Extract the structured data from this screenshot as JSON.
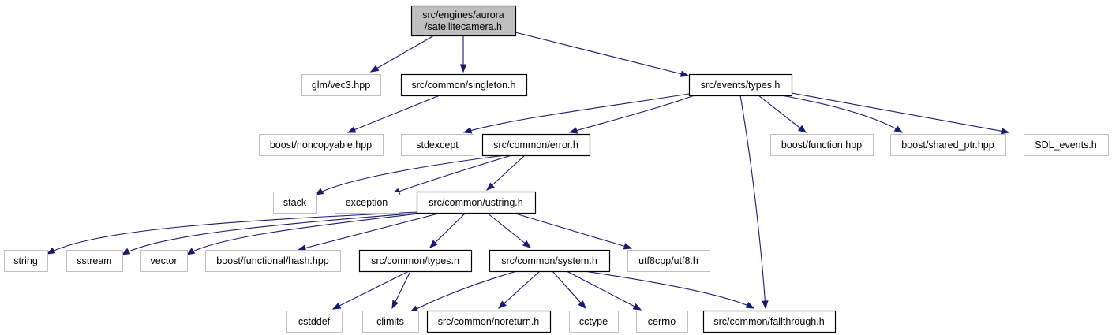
{
  "diagram": {
    "kind": "include-dependency-graph",
    "colors": {
      "edge": "#191970",
      "root_fill": "#bfbfbf",
      "internal_border": "#000000",
      "external_border": "#bfbfbf",
      "node_fill": "#ffffff"
    },
    "nodes": [
      {
        "id": "root",
        "lines": [
          "src/engines/aurora",
          "/satellitecamera.h"
        ],
        "kind": "root"
      },
      {
        "id": "vec3",
        "lines": [
          "glm/vec3.hpp"
        ],
        "kind": "external"
      },
      {
        "id": "singleton",
        "lines": [
          "src/common/singleton.h"
        ],
        "kind": "internal"
      },
      {
        "id": "events_types",
        "lines": [
          "src/events/types.h"
        ],
        "kind": "internal"
      },
      {
        "id": "noncopyable",
        "lines": [
          "boost/noncopyable.hpp"
        ],
        "kind": "external"
      },
      {
        "id": "stdexcept",
        "lines": [
          "stdexcept"
        ],
        "kind": "external"
      },
      {
        "id": "error",
        "lines": [
          "src/common/error.h"
        ],
        "kind": "internal"
      },
      {
        "id": "function",
        "lines": [
          "boost/function.hpp"
        ],
        "kind": "external"
      },
      {
        "id": "shared_ptr",
        "lines": [
          "boost/shared_ptr.hpp"
        ],
        "kind": "external"
      },
      {
        "id": "sdl_events",
        "lines": [
          "SDL_events.h"
        ],
        "kind": "external"
      },
      {
        "id": "stack",
        "lines": [
          "stack"
        ],
        "kind": "external"
      },
      {
        "id": "exception",
        "lines": [
          "exception"
        ],
        "kind": "external"
      },
      {
        "id": "ustring",
        "lines": [
          "src/common/ustring.h"
        ],
        "kind": "internal"
      },
      {
        "id": "string",
        "lines": [
          "string"
        ],
        "kind": "external"
      },
      {
        "id": "sstream",
        "lines": [
          "sstream"
        ],
        "kind": "external"
      },
      {
        "id": "vector",
        "lines": [
          "vector"
        ],
        "kind": "external"
      },
      {
        "id": "hash",
        "lines": [
          "boost/functional/hash.hpp"
        ],
        "kind": "external"
      },
      {
        "id": "common_types",
        "lines": [
          "src/common/types.h"
        ],
        "kind": "internal"
      },
      {
        "id": "system",
        "lines": [
          "src/common/system.h"
        ],
        "kind": "internal"
      },
      {
        "id": "utf8",
        "lines": [
          "utf8cpp/utf8.h"
        ],
        "kind": "external"
      },
      {
        "id": "cstddef",
        "lines": [
          "cstddef"
        ],
        "kind": "external"
      },
      {
        "id": "climits",
        "lines": [
          "climits"
        ],
        "kind": "external"
      },
      {
        "id": "noreturn",
        "lines": [
          "src/common/noreturn.h"
        ],
        "kind": "internal"
      },
      {
        "id": "cctype",
        "lines": [
          "cctype"
        ],
        "kind": "external"
      },
      {
        "id": "cerrno",
        "lines": [
          "cerrno"
        ],
        "kind": "external"
      },
      {
        "id": "fallthrough",
        "lines": [
          "src/common/fallthrough.h"
        ],
        "kind": "internal"
      }
    ],
    "edges": [
      {
        "from": "root",
        "to": "vec3"
      },
      {
        "from": "root",
        "to": "singleton"
      },
      {
        "from": "root",
        "to": "events_types"
      },
      {
        "from": "singleton",
        "to": "noncopyable"
      },
      {
        "from": "events_types",
        "to": "stdexcept"
      },
      {
        "from": "events_types",
        "to": "error"
      },
      {
        "from": "events_types",
        "to": "function"
      },
      {
        "from": "events_types",
        "to": "shared_ptr"
      },
      {
        "from": "events_types",
        "to": "sdl_events"
      },
      {
        "from": "events_types",
        "to": "fallthrough"
      },
      {
        "from": "error",
        "to": "stack"
      },
      {
        "from": "error",
        "to": "exception"
      },
      {
        "from": "error",
        "to": "ustring"
      },
      {
        "from": "ustring",
        "to": "string"
      },
      {
        "from": "ustring",
        "to": "sstream"
      },
      {
        "from": "ustring",
        "to": "vector"
      },
      {
        "from": "ustring",
        "to": "hash"
      },
      {
        "from": "ustring",
        "to": "common_types"
      },
      {
        "from": "ustring",
        "to": "system"
      },
      {
        "from": "ustring",
        "to": "utf8"
      },
      {
        "from": "common_types",
        "to": "cstddef"
      },
      {
        "from": "common_types",
        "to": "climits"
      },
      {
        "from": "system",
        "to": "climits"
      },
      {
        "from": "system",
        "to": "noreturn"
      },
      {
        "from": "system",
        "to": "cctype"
      },
      {
        "from": "system",
        "to": "cerrno"
      },
      {
        "from": "system",
        "to": "fallthrough"
      }
    ]
  }
}
